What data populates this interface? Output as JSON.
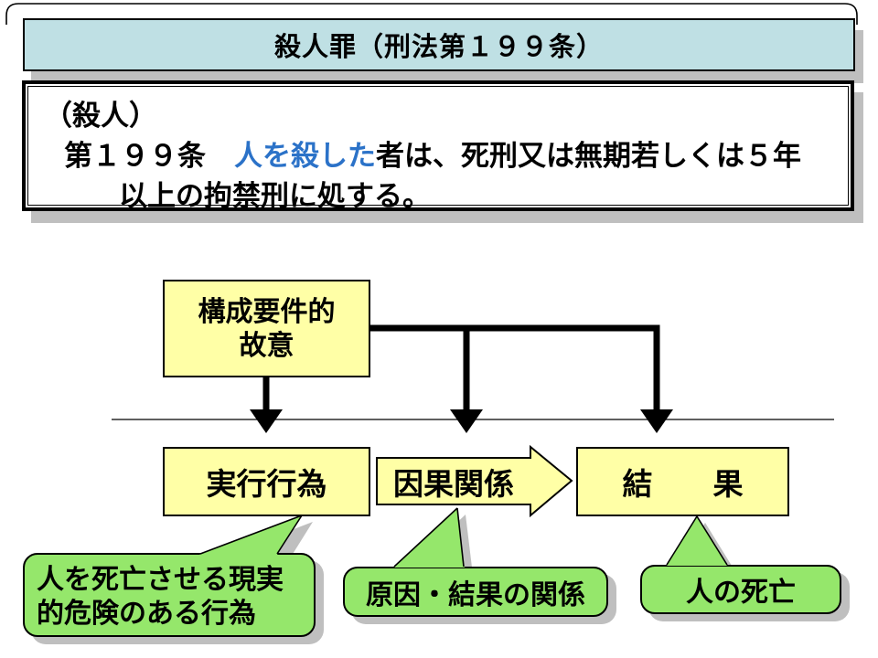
{
  "title": {
    "text": "殺人罪（刑法第１９９条）"
  },
  "law_box": {
    "line1": "（殺人）",
    "line2_prefix": "第１９９条　",
    "line2_highlight": "人を殺した",
    "line2_suffix": "者は、死刑又は無期若しくは５年",
    "line3": "以上の拘禁刑に処する。"
  },
  "diagram": {
    "intent_box": {
      "line1": "構成要件的",
      "line2": "故意"
    },
    "act_box_label": "実行行為",
    "causation_label": "因果関係",
    "result_box_label": "結　　果",
    "callouts": {
      "act": {
        "line1": "人を死亡させる現実",
        "line2": "的危険のある行為"
      },
      "causation": {
        "text": "原因・結果の関係"
      },
      "result": {
        "text": "人の死亡"
      }
    }
  },
  "icons": {
    "connector_arrows": "thick-down-arrow",
    "causation_shape": "right-block-arrow"
  },
  "colors": {
    "title_fill": "#BFE0E4",
    "box_fill_yellow": "#FFFFA6",
    "callout_fill_green": "#95E76B",
    "shadow_gray": "#BFBFBF",
    "highlight_blue": "#2B72C8",
    "line_black": "#000000",
    "background": "#FFFFFF"
  }
}
